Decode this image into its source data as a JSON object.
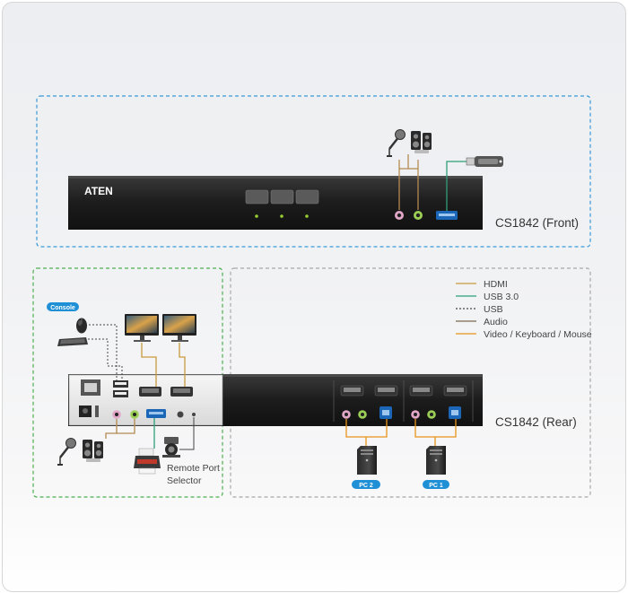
{
  "front_panel": {
    "brand": "ATEN",
    "label": "CS1842 (Front)"
  },
  "rear_panel": {
    "label": "CS1842 (Rear)"
  },
  "legend": [
    {
      "label": "HDMI",
      "color": "#c79a3c",
      "dash": false
    },
    {
      "label": "USB 3.0",
      "color": "#2e9e77",
      "dash": false
    },
    {
      "label": "USB",
      "color": "#444444",
      "dash": true
    },
    {
      "label": "Audio",
      "color": "#7b6a4e",
      "dash": false
    },
    {
      "label": "Video / Keyboard / Mouse",
      "color": "#e8941c",
      "dash": false
    }
  ],
  "console_badge": "Console",
  "remote_selector_label_line1": "Remote Port",
  "remote_selector_label_line2": "Selector",
  "pc_badges": {
    "pc2": "PC 2",
    "pc1": "PC 1"
  },
  "colors": {
    "front_box_border": "#3a9ad9",
    "console_box_border": "#4caf50",
    "rear_box_border": "#a8a8a8",
    "badge_blue": "#1f8fd6",
    "panel_dark": "#202020"
  }
}
